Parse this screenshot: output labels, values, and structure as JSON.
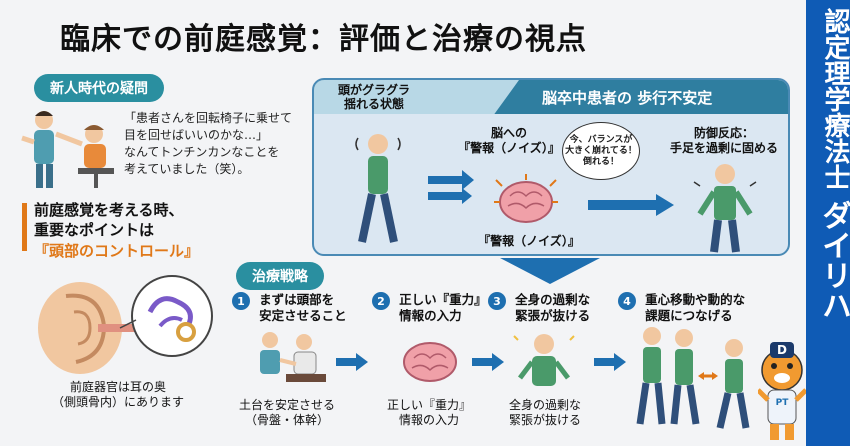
{
  "title": "臨床での前庭感覚：評価と治療の視点",
  "side_banner": {
    "line1": "認定理学療法士",
    "line2": "ダイリハ"
  },
  "question": {
    "label": "新人時代の疑問",
    "text1": "「患者さんを回転椅子に乗せて",
    "text2": "目を回せばいいのかな…」",
    "text3": "なんてトンチンカンなことを",
    "text4": "考えていました（笑）。"
  },
  "key_point": {
    "line1": "前庭感覚を考える時、",
    "line2": "重要なポイントは",
    "line3": "『頭部のコントロール』"
  },
  "ear_caption": {
    "line1": "前庭器官は耳の奥",
    "line2": "（側頭骨内）にあります"
  },
  "problem_panel": {
    "head_left_1": "頭がグラグラ",
    "head_left_2": "揺れる状態",
    "head_right": "脳卒中患者の 歩行不安定",
    "brain_label_1": "脳への",
    "brain_label_2": "『警報（ノイズ）』",
    "bubble_1": "今、バランスが",
    "bubble_2": "大きく崩れてる！",
    "bubble_3": "倒れる！",
    "defense_1": "防御反応：",
    "defense_2": "手足を過剰に固める",
    "alarm_caption": "『警報（ノイズ）』"
  },
  "strategy": {
    "label": "治療戦略",
    "steps": [
      {
        "num": "1",
        "title1": "まずは頭部を",
        "title2": "安定させること",
        "cap1": "土台を安定させる",
        "cap2": "（骨盤・体幹）"
      },
      {
        "num": "2",
        "title1": "正しい『重力』",
        "title2": "情報の入力",
        "cap1": "正しい『重力』",
        "cap2": "情報の入力"
      },
      {
        "num": "3",
        "title1": "全身の過剰な",
        "title2": "緊張が抜ける",
        "cap1": "全身の過剰な",
        "cap2": "緊張が抜ける"
      },
      {
        "num": "4",
        "title1": "重心移動や動的な",
        "title2": "課題につなげる"
      }
    ]
  },
  "mascot": {
    "badge": "D",
    "shirt": "PT"
  },
  "colors": {
    "accent_blue": "#0f5bb5",
    "teal": "#2a8fa0",
    "orange": "#e07818",
    "panel_bg": "#dbe7f2"
  }
}
